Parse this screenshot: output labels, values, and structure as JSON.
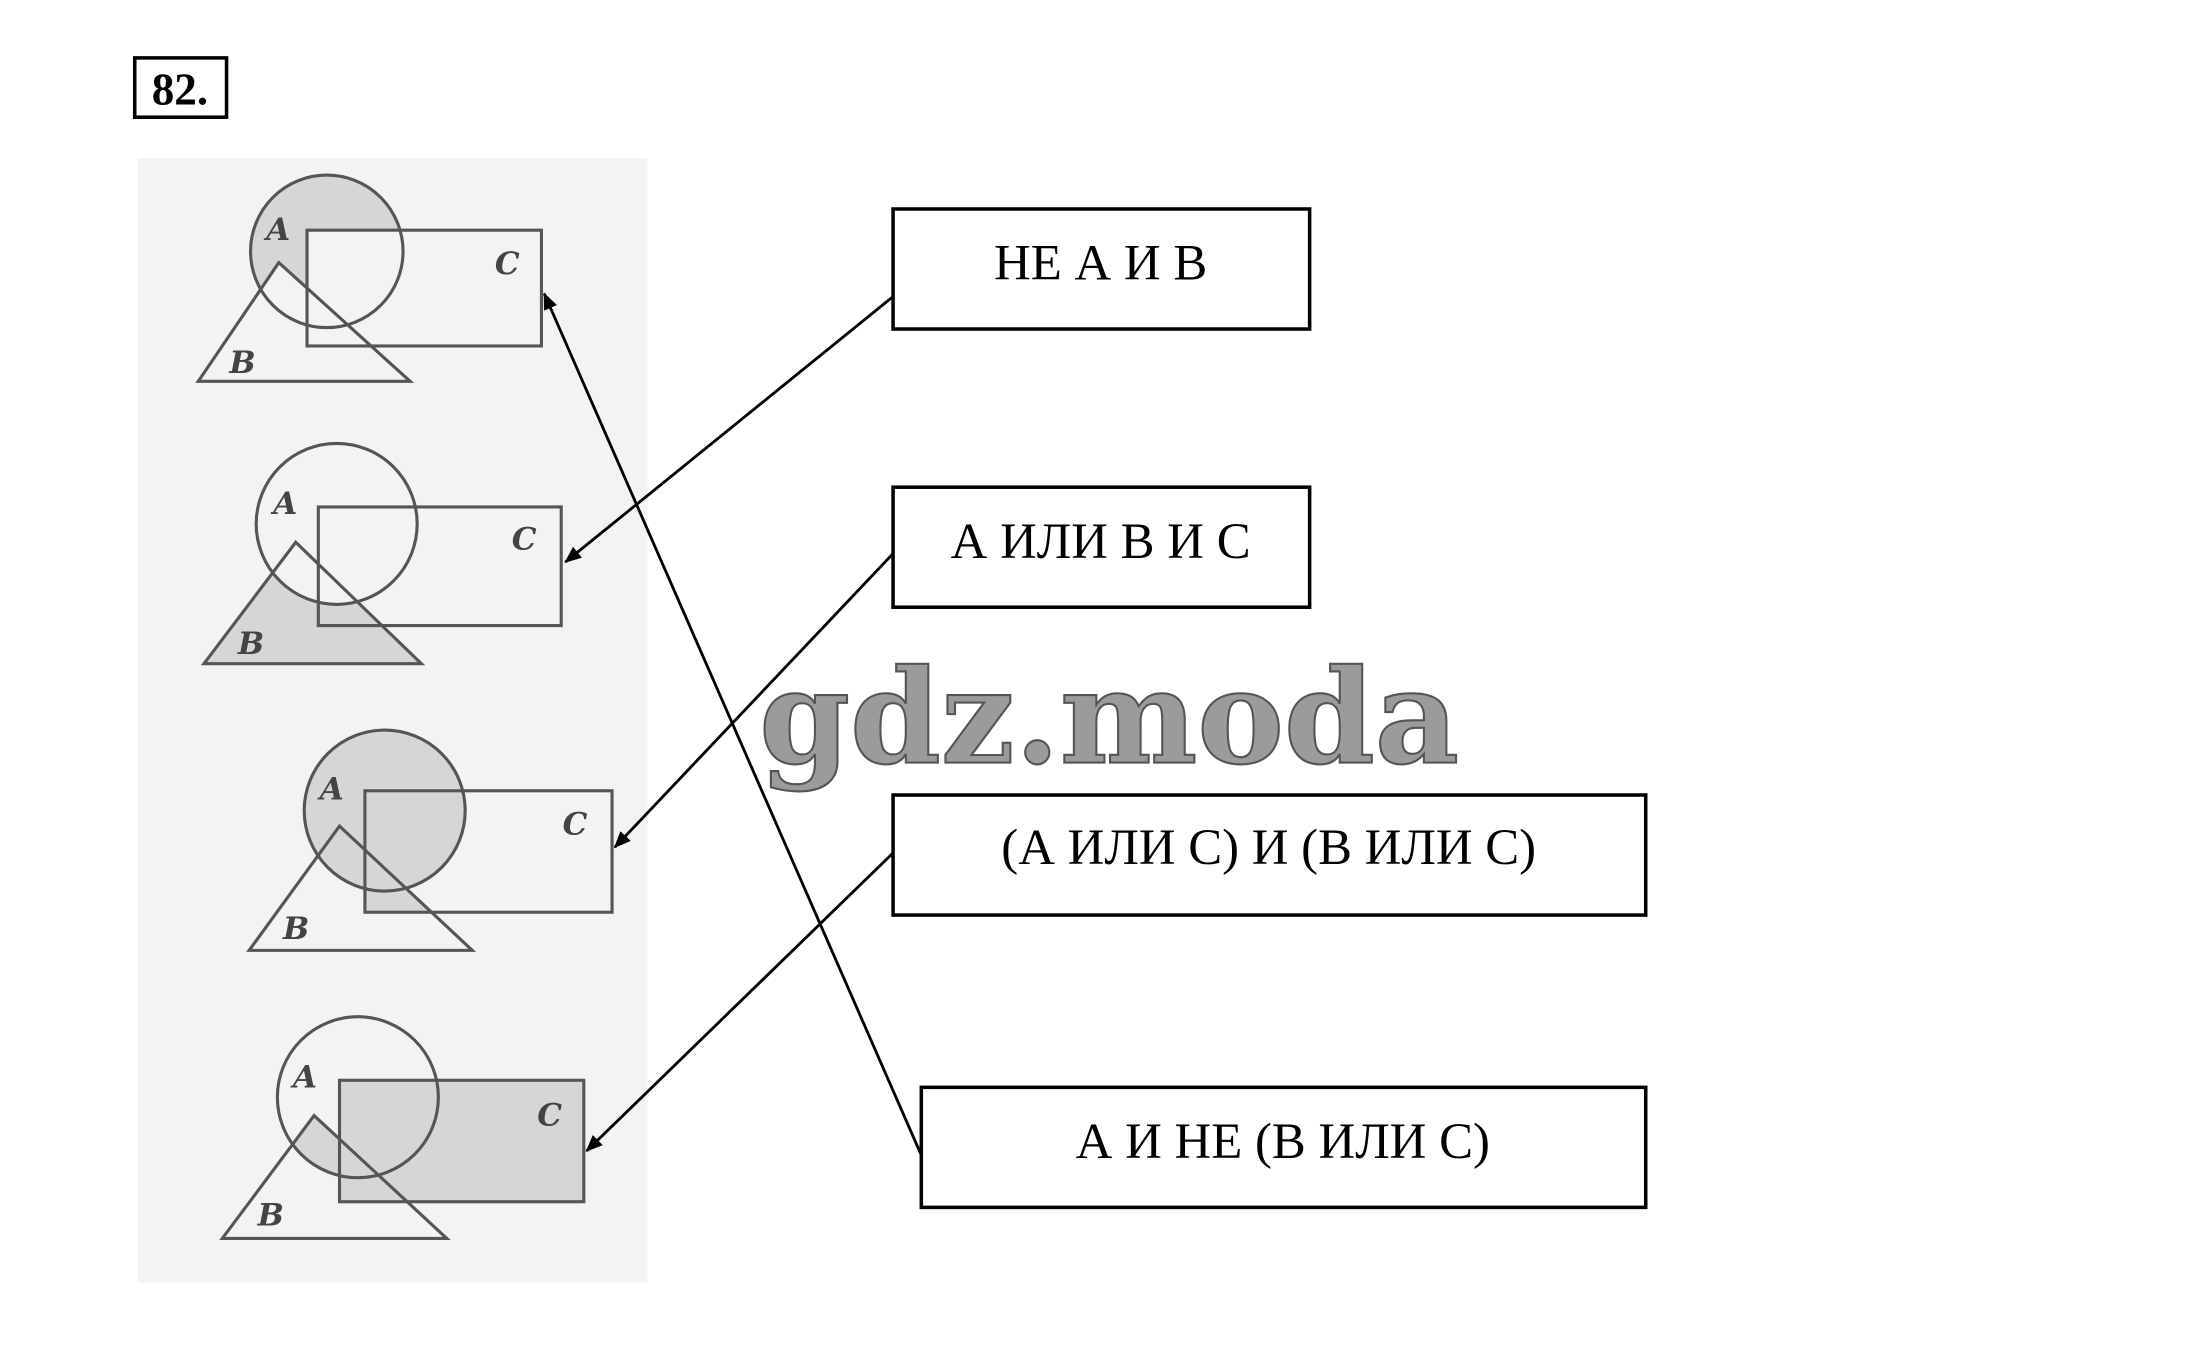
{
  "task": {
    "number": "82."
  },
  "diagram_labels": {
    "a": "A",
    "b": "B",
    "c": "C"
  },
  "expressions": [
    {
      "text": "НЕ А И В"
    },
    {
      "text": "А ИЛИ В И С"
    },
    {
      "text": "(А ИЛИ С) И (В ИЛИ С)"
    },
    {
      "text": "А И НЕ (В ИЛИ С)"
    }
  ],
  "watermark": "gdz.moda",
  "colors": {
    "shade": "#d6d6d6",
    "panel": "#f3f3f3",
    "outline": "#555555"
  }
}
